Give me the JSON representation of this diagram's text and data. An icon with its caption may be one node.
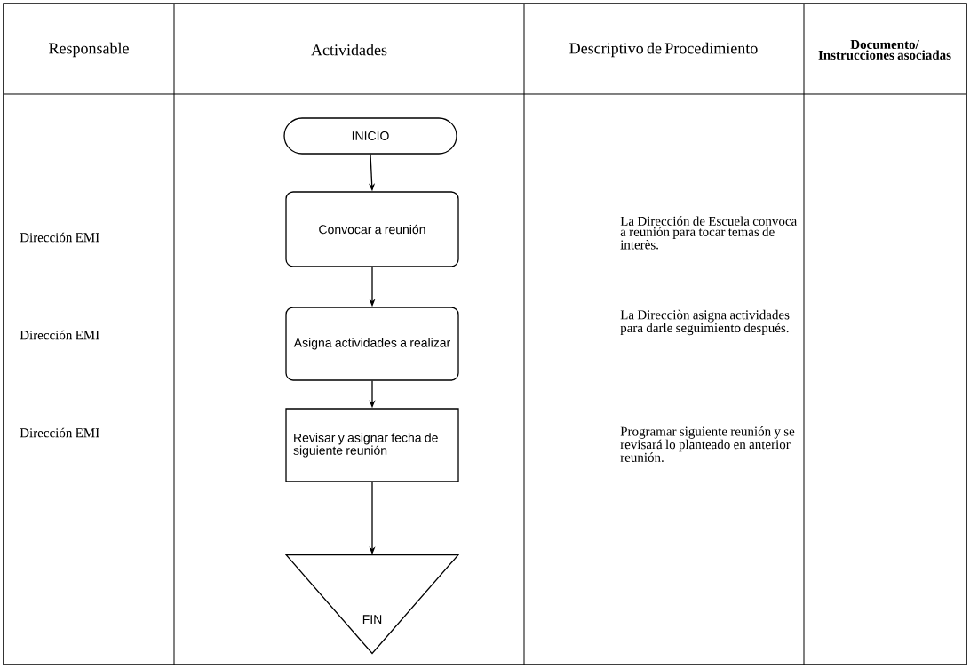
{
  "diagram": {
    "nodes": [
      {
        "text": [
          "INICIO"
        ]
      },
      {
        "text": [
          "Convocar a reunión"
        ]
      },
      {
        "text": [
          "Asigna actividades a realizar"
        ]
      },
      {
        "text": [
          "Revisar y asignar fecha de siguiente reunión"
        ]
      },
      {
        "text": [
          "FIN"
        ]
      }
    ],
    "edges": [
      {
        "from": 0,
        "to": 1,
        "arrow": "to"
      },
      {
        "from": 1,
        "to": 2,
        "arrow": "to"
      },
      {
        "from": 2,
        "to": 3,
        "arrow": "to"
      },
      {
        "from": 3,
        "to": 4,
        "arrow": "to"
      }
    ],
    "labels": [
      "Responsable",
      "Actividades",
      "Descriptivo de Procedimiento",
      "Documento/ Instrucciones asociadas",
      "Dirección EMI",
      "La Dirección de Escuela convoca a reunión para tocar temas de interès.",
      "Dirección EMI",
      "La Direcciòn asigna actividades para darle seguimiento después.",
      "Dirección EMI",
      "Programar siguiente reunión y se revisará lo planteado en anterior reunión."
    ]
  }
}
